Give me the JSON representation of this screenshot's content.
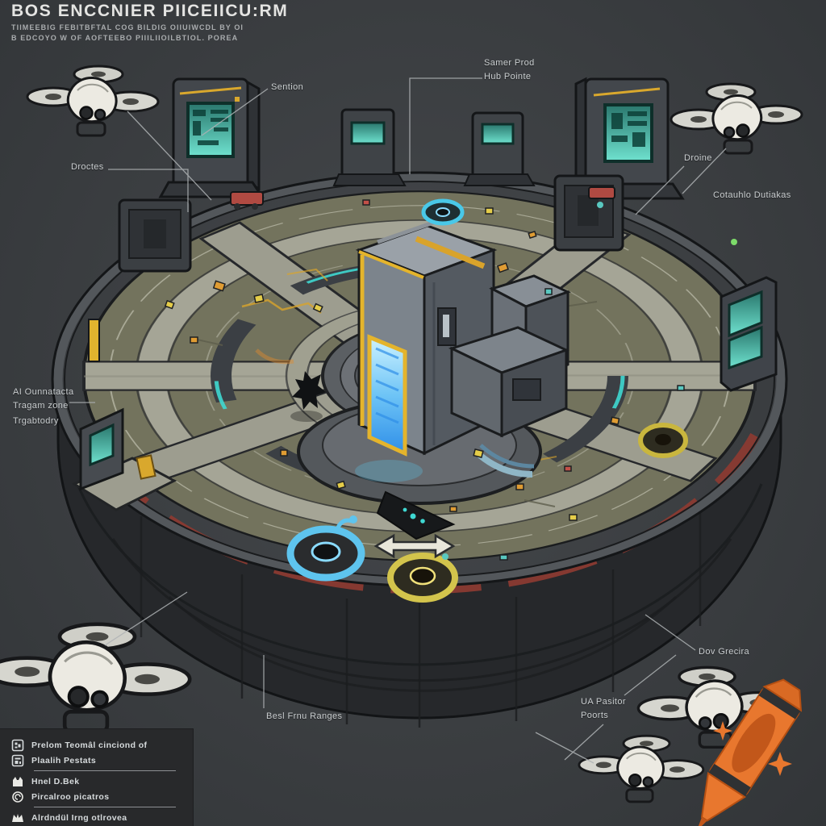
{
  "header": {
    "title": "BOS ENCCNIER PIICEIICU:RM",
    "subtitle_line1": "TIIMEEBIG FEBITBFTAL COG BILDIG OIIUIWCDL BY OI",
    "subtitle_line2": "B EDCOYO W OF AOFTEEBO PIIILIIOILBTIOL. POREA"
  },
  "callouts": {
    "sensor": "Sention",
    "sensor_pod_line1": "Samer Prod",
    "sensor_pod_line2": "Hub Pointe",
    "drone_right": "Droine",
    "ceramic_details": "Cotauhlo Dutiakas",
    "drones_left": "Droctes",
    "ai_controls_line1": "AI Ounnatacta",
    "ai_controls_line2": "Tragam zone",
    "trajectory": "Trgabtodry",
    "firing_ranges": "Besl Frnu Ranges",
    "ua_position_line1": "UA Pasitor",
    "ua_position_line2": "Poorts",
    "day_grenade": "Dov Grecira"
  },
  "legend": {
    "items": [
      {
        "icon": "terminal-pixel-icon",
        "label": "Prelom Teomâl cinciond of"
      },
      {
        "icon": "panel-pixel-icon",
        "label": "Plaalih Pestats"
      },
      {
        "icon": "cat-marker-icon",
        "label": "Hnel D.Bek"
      },
      {
        "icon": "spiral-icon",
        "label": "Pircalroo picatros"
      },
      {
        "icon": "cat-marker-icon",
        "label": "Alrdndül Irng otlrovea"
      }
    ]
  },
  "logo": {
    "name": "crayon-logo",
    "sparkles": 2
  },
  "colors": {
    "background": "#3b3e41",
    "floor_olive": "#73735d",
    "walkway_gray": "#a5a596",
    "wall_dark": "#26282b",
    "stripe_red": "#8a3a32",
    "glow_teal": "#3fd8d2",
    "glow_blue": "#58c8f0",
    "accent_yellow": "#e0b32e",
    "pod_yellow": "#d3c44c",
    "crayon_orange": "#e8772e",
    "label_text": "#caced0"
  }
}
